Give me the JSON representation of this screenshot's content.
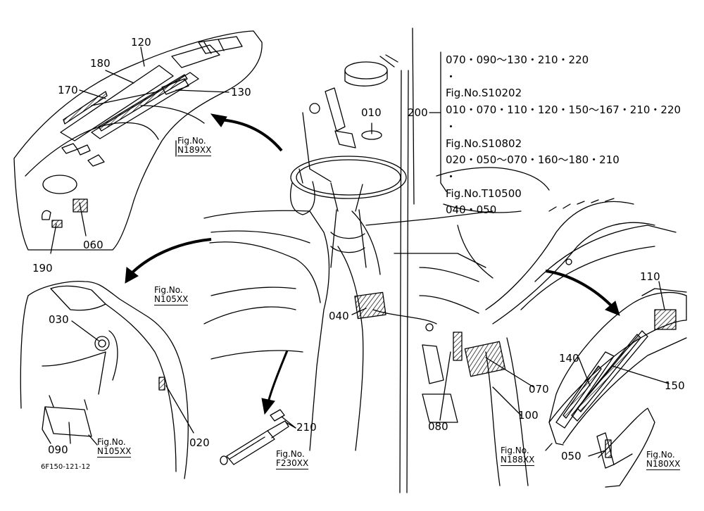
{
  "drawing_code": "6F150-121-12",
  "group_callout": {
    "label": "200",
    "lines": [
      "070・090～130・210・220",
      "・",
      "Fig.No.S10202",
      "010・070・110・120・150～167・210・220",
      "・",
      "Fig.No.S10802",
      "020・050～070・160～180・210",
      "・",
      "Fig.No.T10500",
      "040・050"
    ]
  },
  "part_labels": {
    "p010": "010",
    "p020": "020",
    "p030": "030",
    "p040": "040",
    "p050": "050",
    "p060": "060",
    "p070": "070",
    "p080": "080",
    "p090": "090",
    "p100": "100",
    "p110": "110",
    "p120": "120",
    "p130": "130",
    "p140": "140",
    "p150": "150",
    "p170": "170",
    "p180": "180",
    "p190": "190",
    "p210": "210"
  },
  "fig_refs": {
    "n189": {
      "label": "Fig.No.",
      "code": "N189XX"
    },
    "n105a": {
      "label": "Fig.No.",
      "code": "N105XX"
    },
    "n105b": {
      "label": "Fig.No.",
      "code": "N105XX"
    },
    "f230": {
      "label": "Fig.No.",
      "code": "F230XX"
    },
    "n188": {
      "label": "Fig.No.",
      "code": "N188XX"
    },
    "n180": {
      "label": "Fig.No.",
      "code": "N180XX"
    }
  }
}
